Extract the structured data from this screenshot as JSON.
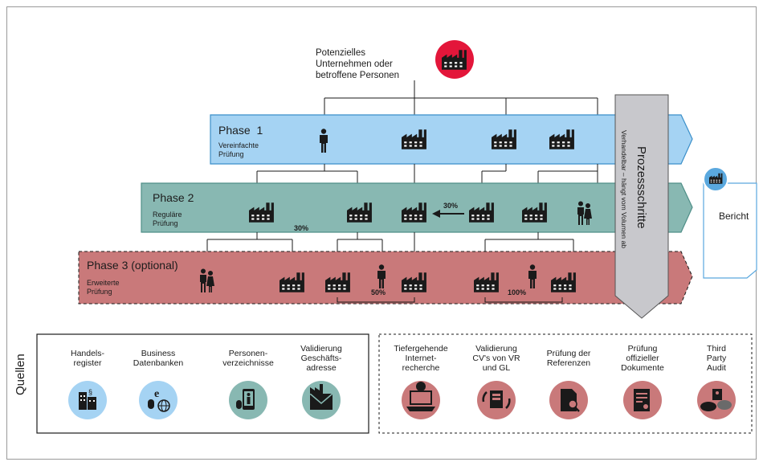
{
  "top_entity": {
    "label": "Potenzielles\nUnternehmen oder\nbetroffene Personen",
    "color": "#e3163a",
    "icon": "factory-icon"
  },
  "phases": [
    {
      "title": "Phase  1",
      "subtitle": "Vereinfachte\nPrüfung",
      "color": "#a5d3f3"
    },
    {
      "title": "Phase 2",
      "subtitle": "Reguläre\nPrüfung",
      "color": "#88b8b2"
    },
    {
      "title": "Phase 3 (optional)",
      "subtitle": "Erweiterte\nPrüfung",
      "color": "#c9797a"
    }
  ],
  "percentages": {
    "phase2_arrow": "30%",
    "phase2_bottom": "30%",
    "phase3_left": "50%",
    "phase3_right": "100%"
  },
  "prozess": {
    "title": "Prozessschritte",
    "subtitle": "Verhandelbar – hängt vom Volumen ab",
    "color": "#c8c8cc"
  },
  "bericht": {
    "label": "Bericht",
    "color": "#2e8ccc"
  },
  "quellen": {
    "label": "Quellen",
    "left_group": [
      {
        "label": "Handels-\nregister",
        "icon": "building-register-icon",
        "color": "#a5d3f3"
      },
      {
        "label": "Business\nDatenbanken",
        "icon": "internet-database-icon",
        "color": "#a5d3f3"
      },
      {
        "label": "Personen-\nverzeichnisse",
        "icon": "person-directory-icon",
        "color": "#88b8b2"
      },
      {
        "label": "Validierung\nGeschäfts-\nadresse",
        "icon": "address-mail-icon",
        "color": "#88b8b2"
      }
    ],
    "right_group": [
      {
        "label": "Tiefergehende\nInternet-\nrecherche",
        "icon": "internet-research-icon",
        "color": "#c9797a"
      },
      {
        "label": "Validierung\nCV's von VR\nund GL",
        "icon": "cv-validation-icon",
        "color": "#c9797a"
      },
      {
        "label": "Prüfung der\nReferenzen",
        "icon": "reference-check-icon",
        "color": "#c9797a"
      },
      {
        "label": "Prüfung\noffizieller\nDokumente",
        "icon": "official-documents-icon",
        "color": "#c9797a"
      },
      {
        "label": "Third\nParty\nAudit",
        "icon": "third-party-audit-icon",
        "color": "#c9797a"
      }
    ]
  }
}
